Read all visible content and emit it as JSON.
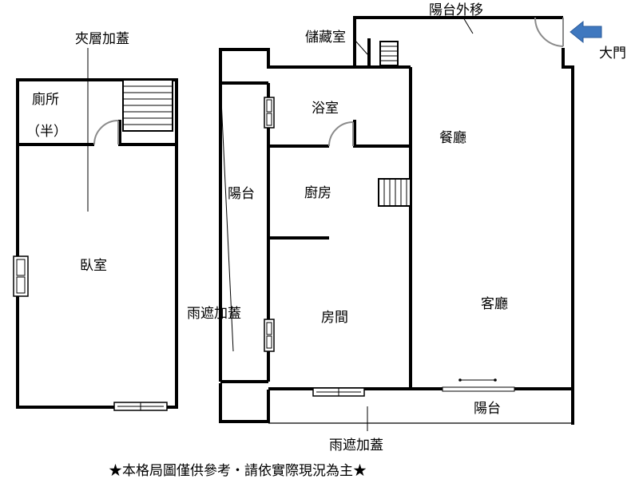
{
  "labels": {
    "mezzanine": "夾層加蓋",
    "toilet": "廁所",
    "half": "（半）",
    "bedroom": "臥室",
    "storage": "儲藏室",
    "balcony_moved": "陽台外移",
    "main_door": "大門",
    "bathroom": "浴室",
    "dining": "餐廳",
    "balcony_left": "陽台",
    "kitchen": "廚房",
    "rain_cover_left": "雨遮加蓋",
    "room": "房間",
    "living": "客廳",
    "balcony_bottom": "陽台",
    "rain_cover_bottom": "雨遮加蓋"
  },
  "footer": {
    "note": "★本格局圖僅供參考‧請依實際現況為主★"
  },
  "icons": {
    "entrance_arrow": "arrow-left-icon",
    "arrow_color": "#3f78bf"
  }
}
